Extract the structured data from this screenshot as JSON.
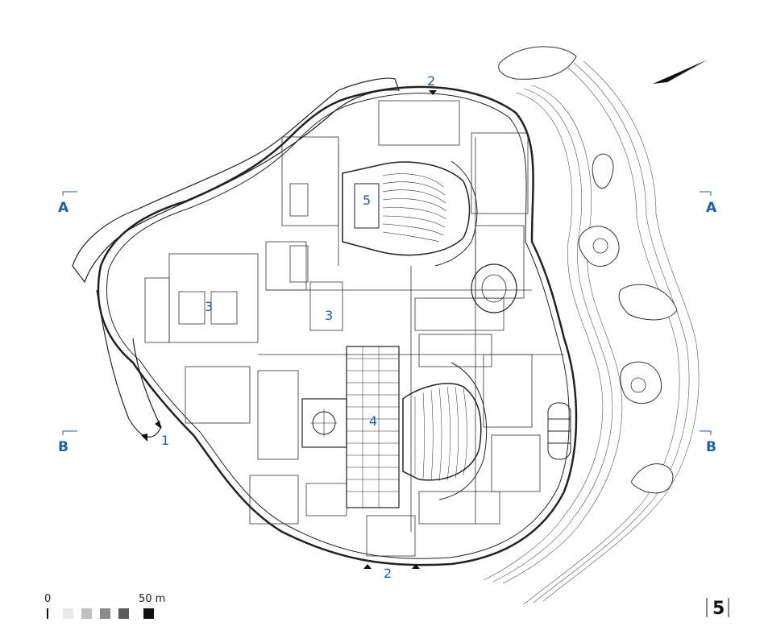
{
  "plan": {
    "room_labels": {
      "entrance_1": "1",
      "entrance_2_top": "2",
      "entrance_2_bottom": "2",
      "foyer_3_left": "3",
      "foyer_3_center": "3",
      "hall_4": "4",
      "hall_5": "5"
    },
    "section_markers": {
      "a_left": "A",
      "a_right": "A",
      "b_left": "B",
      "b_right": "B"
    },
    "scale_bar": {
      "start_label": "0",
      "end_label": "50 m"
    },
    "page_number": "5",
    "colors": {
      "label_blue": "#1f5fa8",
      "linework": "#222222",
      "background": "#ffffff"
    }
  }
}
